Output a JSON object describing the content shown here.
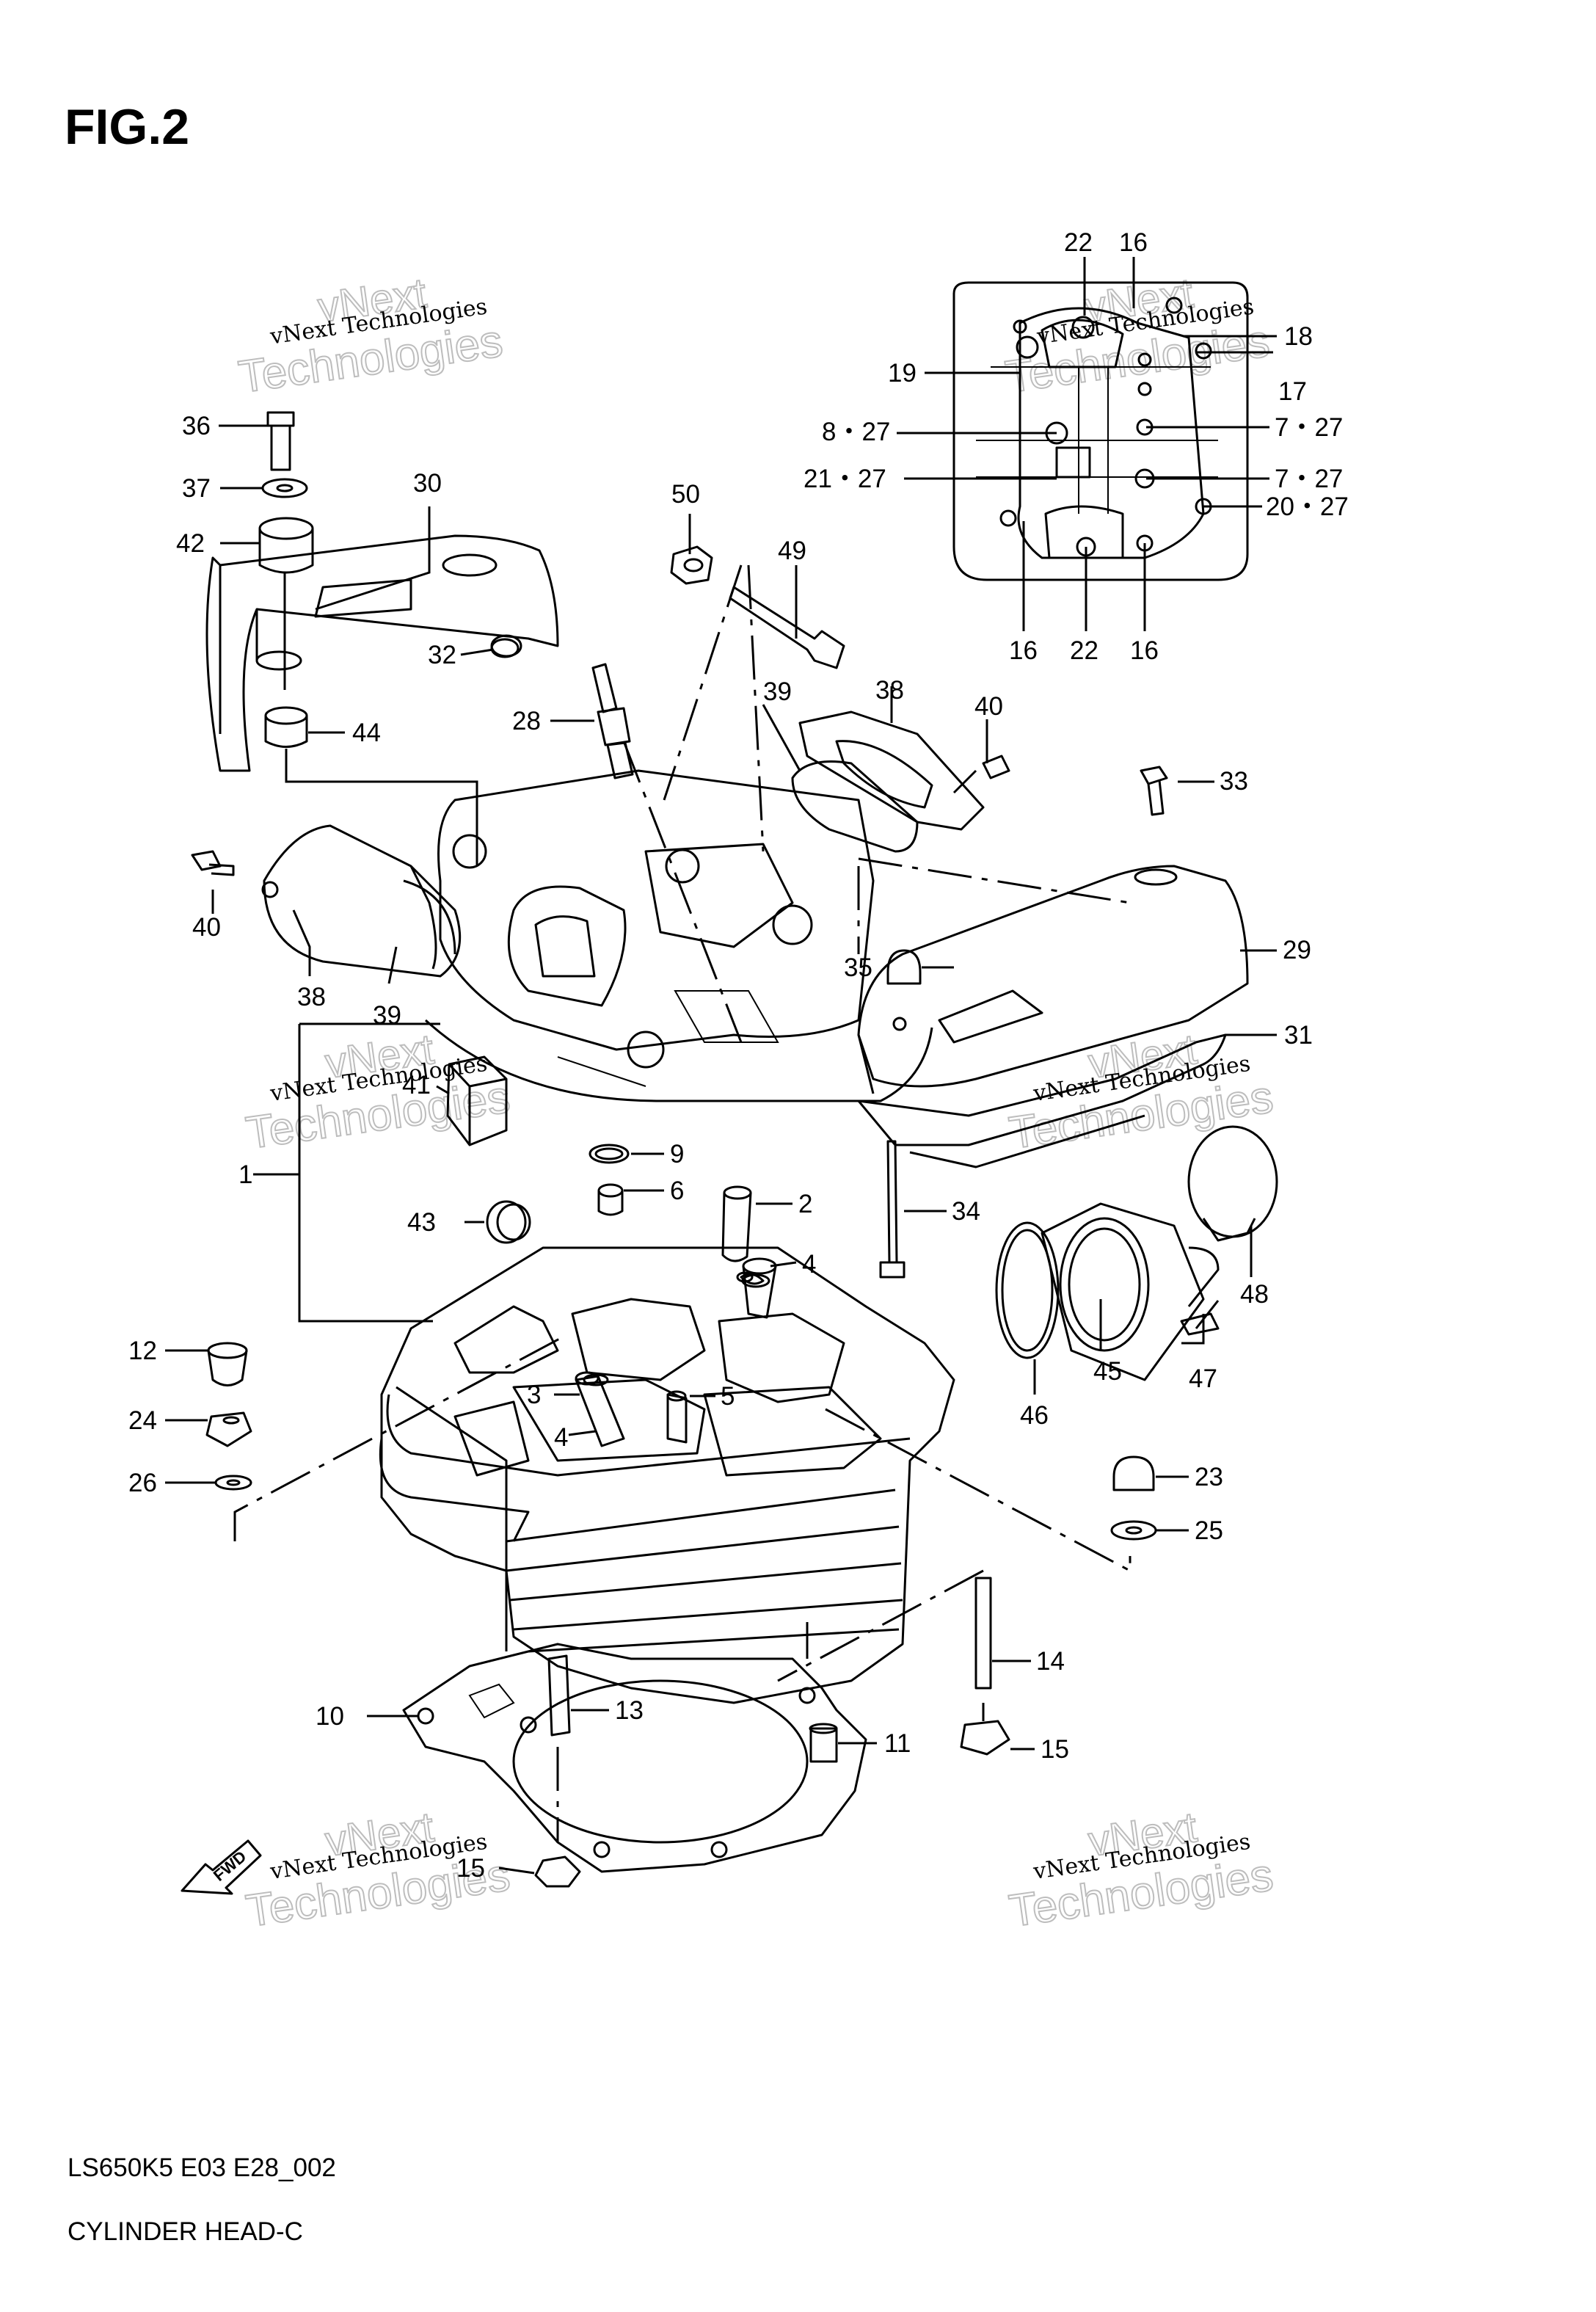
{
  "figure_title": "FIG.2",
  "footer": {
    "model_code": "LS650K5 E03 E28_002",
    "caption": "CYLINDER HEAD-C"
  },
  "watermark": {
    "small": "vNext Technologies",
    "big_line1": "vNext",
    "big_line2": "Technologies"
  },
  "fwd_label": "FWD",
  "callouts": [
    {
      "id": "c22a",
      "text": "22"
    },
    {
      "id": "c16a",
      "text": "16"
    },
    {
      "id": "c18",
      "text": "18"
    },
    {
      "id": "c19",
      "text": "19"
    },
    {
      "id": "c17",
      "text": "17"
    },
    {
      "id": "c8_27",
      "text": "8・27"
    },
    {
      "id": "c7_27a",
      "text": "7・27"
    },
    {
      "id": "c21_27",
      "text": "21・27"
    },
    {
      "id": "c7_27b",
      "text": "7・27"
    },
    {
      "id": "c20_27",
      "text": "20・27"
    },
    {
      "id": "c16b",
      "text": "16"
    },
    {
      "id": "c22b",
      "text": "22"
    },
    {
      "id": "c16c",
      "text": "16"
    },
    {
      "id": "c36",
      "text": "36"
    },
    {
      "id": "c37",
      "text": "37"
    },
    {
      "id": "c30",
      "text": "30"
    },
    {
      "id": "c42",
      "text": "42"
    },
    {
      "id": "c50",
      "text": "50"
    },
    {
      "id": "c49",
      "text": "49"
    },
    {
      "id": "c32",
      "text": "32"
    },
    {
      "id": "c28",
      "text": "28"
    },
    {
      "id": "c39a",
      "text": "39"
    },
    {
      "id": "c38a",
      "text": "38"
    },
    {
      "id": "c40a",
      "text": "40"
    },
    {
      "id": "c44",
      "text": "44"
    },
    {
      "id": "c33",
      "text": "33"
    },
    {
      "id": "c40b",
      "text": "40"
    },
    {
      "id": "c29",
      "text": "29"
    },
    {
      "id": "c35",
      "text": "35"
    },
    {
      "id": "c38b",
      "text": "38"
    },
    {
      "id": "c39b",
      "text": "39"
    },
    {
      "id": "c31",
      "text": "31"
    },
    {
      "id": "c41",
      "text": "41"
    },
    {
      "id": "c9",
      "text": "9"
    },
    {
      "id": "c1",
      "text": "1"
    },
    {
      "id": "c6",
      "text": "6"
    },
    {
      "id": "c2",
      "text": "2"
    },
    {
      "id": "c43",
      "text": "43"
    },
    {
      "id": "c34",
      "text": "34"
    },
    {
      "id": "c4a",
      "text": "4"
    },
    {
      "id": "c48",
      "text": "48"
    },
    {
      "id": "c12",
      "text": "12"
    },
    {
      "id": "c3",
      "text": "3"
    },
    {
      "id": "c5",
      "text": "5"
    },
    {
      "id": "c47",
      "text": "47"
    },
    {
      "id": "c24",
      "text": "24"
    },
    {
      "id": "c4b",
      "text": "4"
    },
    {
      "id": "c45",
      "text": "45"
    },
    {
      "id": "c46",
      "text": "46"
    },
    {
      "id": "c26",
      "text": "26"
    },
    {
      "id": "c23",
      "text": "23"
    },
    {
      "id": "c25",
      "text": "25"
    },
    {
      "id": "c14",
      "text": "14"
    },
    {
      "id": "c10",
      "text": "10"
    },
    {
      "id": "c13",
      "text": "13"
    },
    {
      "id": "c11",
      "text": "11"
    },
    {
      "id": "c15a",
      "text": "15"
    },
    {
      "id": "c15b",
      "text": "15"
    }
  ]
}
